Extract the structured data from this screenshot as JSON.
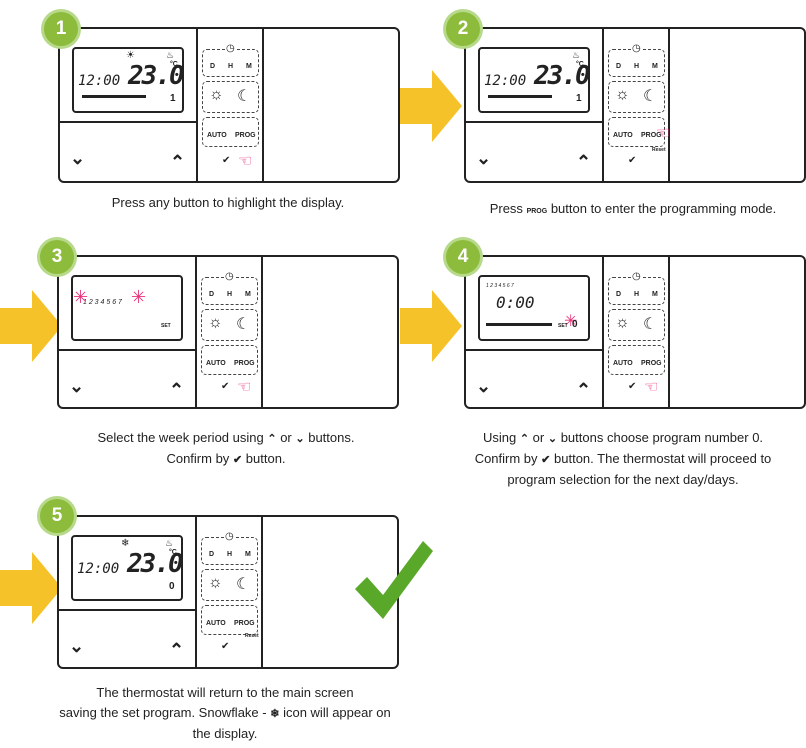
{
  "steps": [
    {
      "number": "1",
      "caption": [
        "Press any button to highlight the display."
      ]
    },
    {
      "number": "2",
      "caption": [
        "Press",
        "button to enter the programming mode."
      ]
    },
    {
      "number": "3",
      "caption": [
        "Select the week period using",
        "or",
        "buttons.",
        "Confirm by",
        "button."
      ]
    },
    {
      "number": "4",
      "caption": [
        "Using",
        "or",
        "buttons choose program number 0.",
        "Confirm by",
        "button. The thermostat will proceed to",
        "program selection for the next day/days."
      ]
    },
    {
      "number": "5",
      "caption": [
        "The thermostat will return to the main screen",
        "saving the set program. Snowflake -",
        "icon will appear on",
        "the display."
      ]
    }
  ],
  "lcd": {
    "time": "12:00",
    "temp": "23.0",
    "unit": "°C",
    "day": "1",
    "zero": "0",
    "prog_time": "0:00",
    "days": "1 2 3 4 5 6 7",
    "set": "SET"
  },
  "buttons": {
    "d": "D",
    "h": "H",
    "m": "M",
    "auto": "AUTO",
    "prog": "PROG",
    "reset": "Reset"
  },
  "colors": {
    "badge": "#8dbb3c",
    "arrow": "#f6c22a",
    "check": "#5aa829",
    "highlight": "#e8337a"
  },
  "icons": [
    "sun-icon",
    "moon-icon",
    "clock-icon",
    "calendar-icon",
    "check-icon",
    "chevron-up-icon",
    "chevron-down-icon",
    "snowflake-icon",
    "hand-pointer-icon",
    "arrow-right-icon"
  ]
}
